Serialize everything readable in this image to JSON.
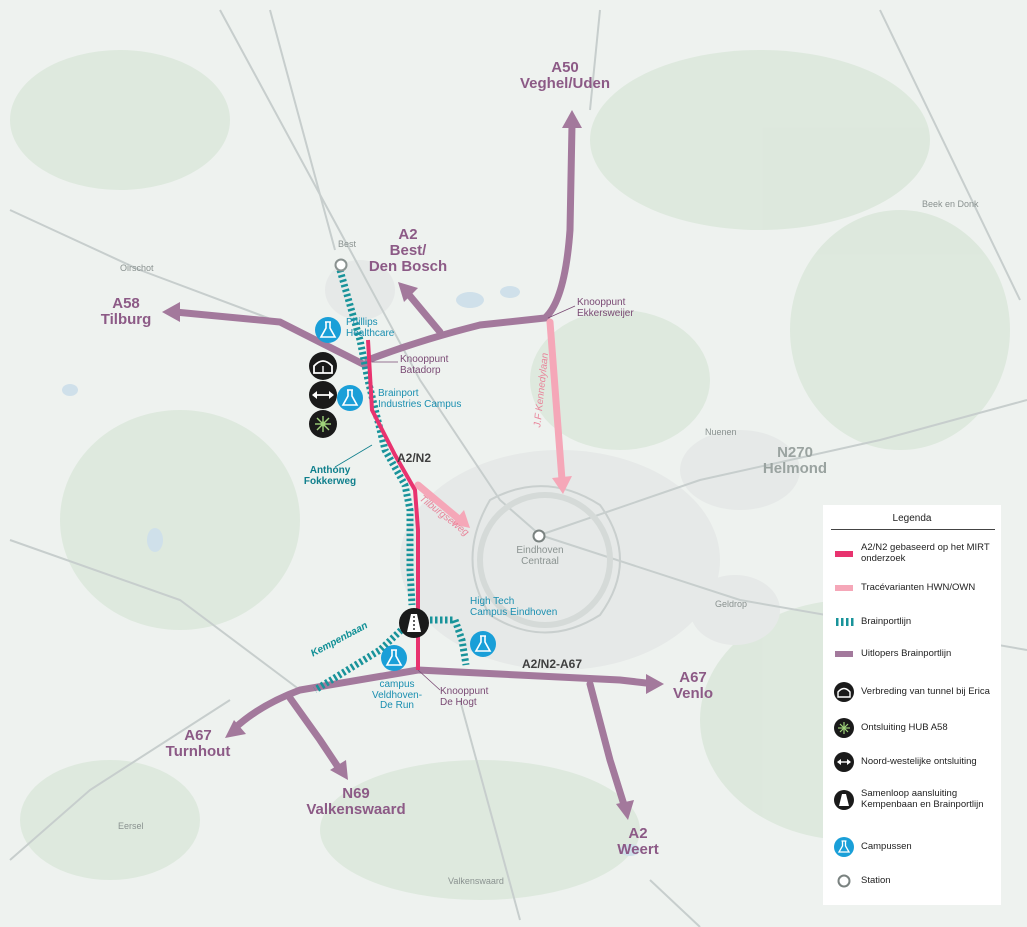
{
  "map": {
    "destinations": {
      "a50": {
        "road": "A50",
        "city": "Veghel/Uden"
      },
      "a2_north": {
        "road": "A2",
        "city1": "Best/",
        "city2": "Den Bosch"
      },
      "a58": {
        "road": "A58",
        "city": "Tilburg"
      },
      "n270": {
        "road": "N270",
        "city": "Helmond"
      },
      "a67_east": {
        "road": "A67",
        "city": "Venlo"
      },
      "a67_west": {
        "road": "A67",
        "city": "Turnhout"
      },
      "n69": {
        "road": "N69",
        "city": "Valkenswaard"
      },
      "a2_south": {
        "road": "A2",
        "city": "Weert"
      }
    },
    "towns": {
      "best": "Best",
      "oirschot": "Oirschot",
      "beek_en_donk": "Beek en Donk",
      "nuenen": "Nuenen",
      "geldrop": "Geldrop",
      "eersel": "Eersel",
      "valkenswaard": "Valkenswaard"
    },
    "stations": {
      "eindhoven_1": "Eindhoven",
      "eindhoven_2": "Centraal"
    },
    "junctions": {
      "ekkersweijer_1": "Knooppunt",
      "ekkersweijer_2": "Ekkersweijer",
      "batadorp_1": "Knooppunt",
      "batadorp_2": "Batadorp",
      "hogt_1": "Knooppunt",
      "hogt_2": "De Hogt"
    },
    "campuses": {
      "philips_1": "Phillips",
      "philips_2": "Healthcare",
      "brainport_1": "Brainport",
      "brainport_2": "Industries Campus",
      "hightech_1": "High Tech",
      "hightech_2": "Campus Eindhoven",
      "veldhoven_1": "campus",
      "veldhoven_2": "Veldhoven-",
      "veldhoven_3": "De Run"
    },
    "roads": {
      "a2n2": "A2/N2",
      "a2n2a67": "A2/N2-A67",
      "kennedylaan": "J.F Kennedylaan",
      "tilburgseweg": "Tilburgseweg",
      "kempenbaan": "Kempenbaan",
      "anthony_1": "Anthony",
      "anthony_2": "Fokkerweg"
    }
  },
  "legend": {
    "title": "Legenda",
    "items": [
      {
        "label": "A2/N2 gebaseerd op het MIRT onderzoek",
        "color": "#e8336f"
      },
      {
        "label": "Tracévarianten HWN/OWN",
        "color": "#f5a7b8"
      },
      {
        "label": "Brainportlijn",
        "color": "#18939a"
      },
      {
        "label": "Uitlopers Brainportlijn",
        "color": "#a3799c"
      },
      {
        "label": "Verbreding van tunnel bij Erica",
        "icon": "tunnel-icon"
      },
      {
        "label": "Ontsluiting HUB A58",
        "icon": "hub-icon"
      },
      {
        "label": "Noord-westelijke ontsluiting",
        "icon": "double-arrow-icon"
      },
      {
        "label": "Samenloop aansluiting Kempenbaan en Brainportlijn",
        "icon": "road-merge-icon"
      },
      {
        "label": "Campussen",
        "icon": "flask-icon",
        "color": "#1a9fd8"
      },
      {
        "label": "Station",
        "icon": "station-icon"
      }
    ]
  }
}
